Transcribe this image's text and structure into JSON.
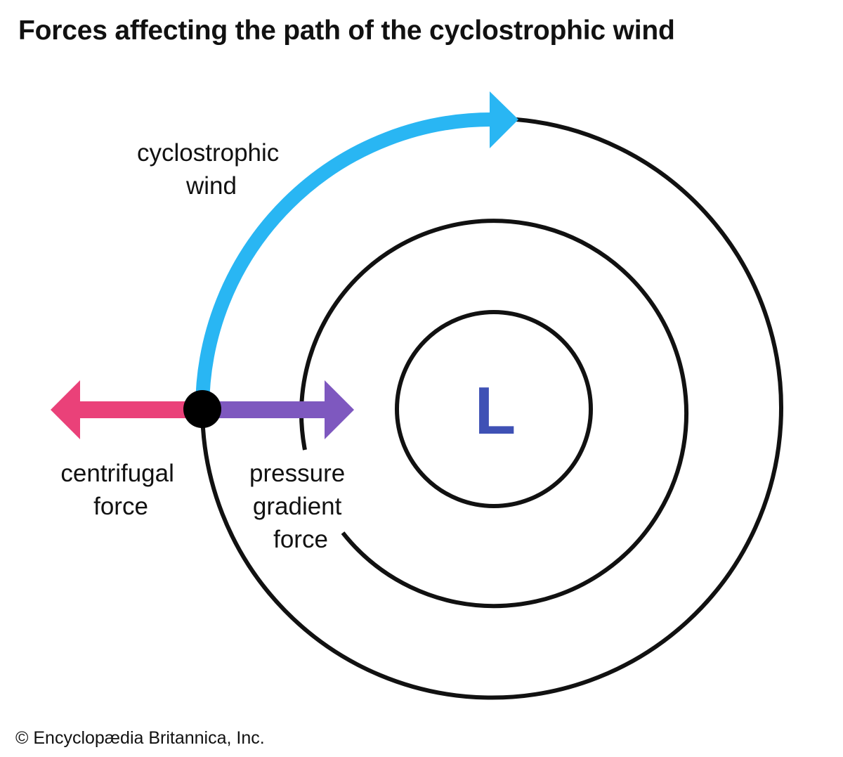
{
  "title": "Forces affecting the path of the cyclostrophic wind",
  "center_label": "L",
  "labels": {
    "wind": [
      "cyclostrophic",
      "wind"
    ],
    "centrifugal": [
      "centrifugal",
      "force"
    ],
    "pressure": [
      "pressure",
      "gradient",
      "force"
    ]
  },
  "credit": "© Encyclopædia Britannica, Inc.",
  "colors": {
    "wind_arrow": "#29b6f3",
    "centrifugal_arrow": "#ea4179",
    "pressure_arrow": "#7e58bf",
    "center_label": "#3f51b5",
    "circles": "#111111"
  }
}
